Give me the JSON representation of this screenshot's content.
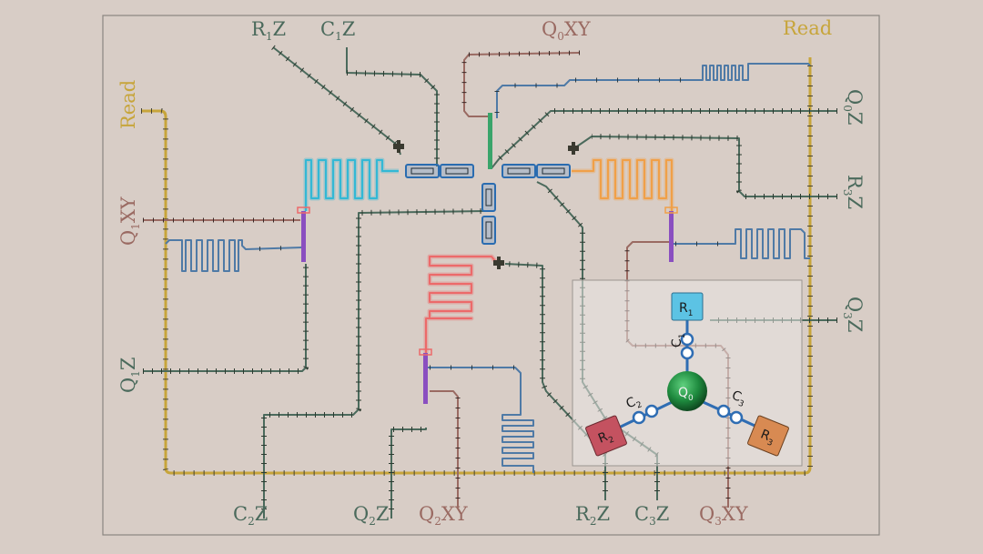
{
  "colors": {
    "background": "#d8cdc6",
    "frame": "#8a8580",
    "read": "#c7a53b",
    "z_line": "#4b6a5c",
    "xy_line": "#9a6a62",
    "resonator_line": "#4f7aa6",
    "r1": "#33b8d5",
    "r2": "#ec6a6a",
    "r3": "#f0a048",
    "purple": "#8a4fc0",
    "green": "#3aa46a",
    "q0_node": "#1e7a38",
    "r1_node": "#5cc3e4",
    "r2_node": "#c45260",
    "r3_node": "#d88a52"
  },
  "labels": {
    "r1z": {
      "main": "R",
      "sub": "1",
      "tail": "Z"
    },
    "c1z": {
      "main": "C",
      "sub": "1",
      "tail": "Z"
    },
    "q0xy": {
      "main": "Q",
      "sub": "0",
      "tail": "XY"
    },
    "read_top": "Read",
    "read_left": "Read",
    "q0z": {
      "main": "Q",
      "sub": "0",
      "tail": "Z"
    },
    "r3z": {
      "main": "R",
      "sub": "3",
      "tail": "Z"
    },
    "q3z": {
      "main": "Q",
      "sub": "3",
      "tail": "Z"
    },
    "q1xy": {
      "main": "Q",
      "sub": "1",
      "tail": "XY"
    },
    "q1z": {
      "main": "Q",
      "sub": "1",
      "tail": "Z"
    },
    "c2z": {
      "main": "C",
      "sub": "2",
      "tail": "Z"
    },
    "q2z": {
      "main": "Q",
      "sub": "2",
      "tail": "Z"
    },
    "q2xy": {
      "main": "Q",
      "sub": "2",
      "tail": "XY"
    },
    "r2z": {
      "main": "R",
      "sub": "2",
      "tail": "Z"
    },
    "c3z": {
      "main": "C",
      "sub": "3",
      "tail": "Z"
    },
    "q3xy": {
      "main": "Q",
      "sub": "3",
      "tail": "XY"
    }
  },
  "inset": {
    "q0": {
      "main": "Q",
      "sub": "0"
    },
    "r1": {
      "main": "R",
      "sub": "1"
    },
    "r2": {
      "main": "R",
      "sub": "2"
    },
    "r3": {
      "main": "R",
      "sub": "3"
    },
    "c1": {
      "main": "C",
      "sub": "1"
    },
    "c2": {
      "main": "C",
      "sub": "2"
    },
    "c3": {
      "main": "C",
      "sub": "3"
    }
  }
}
